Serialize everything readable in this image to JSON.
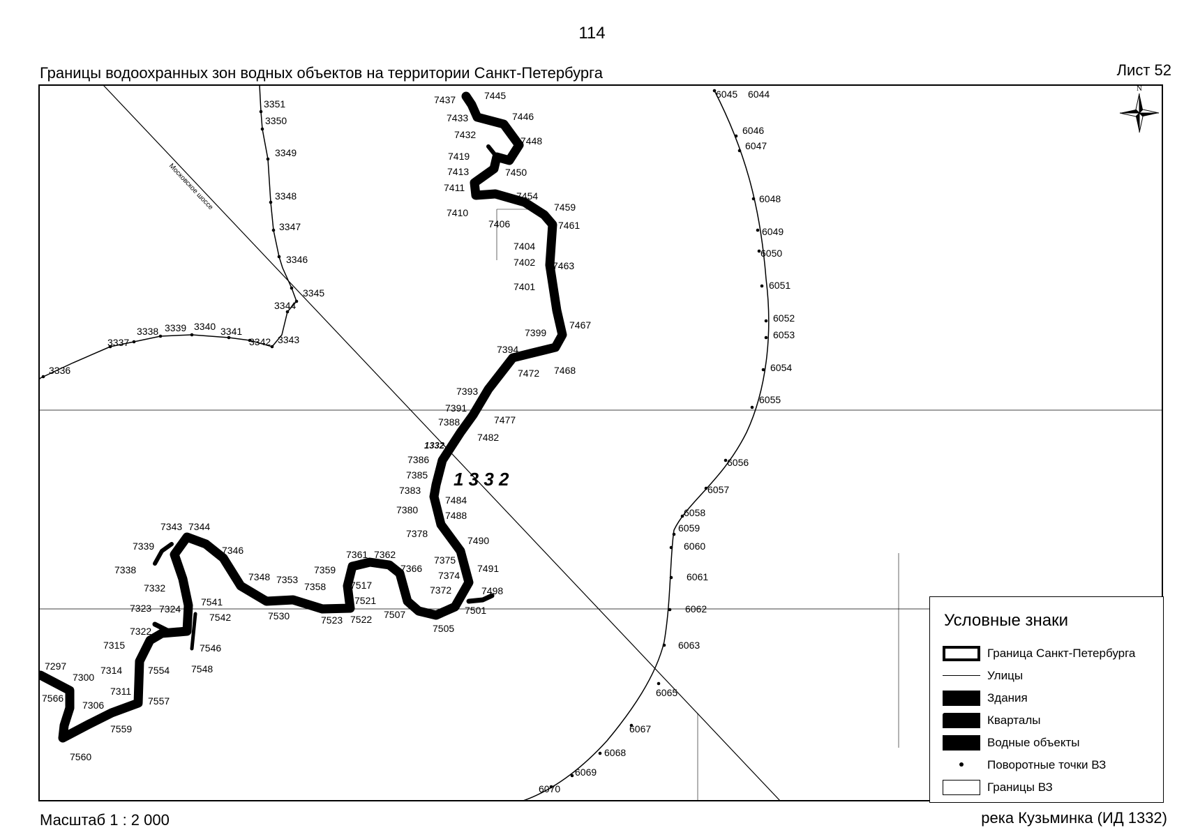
{
  "page": {
    "number": "114",
    "title": "Границы водоохранных зон водных объектов на территории Санкт-Петербурга",
    "sheet": "Лист 52",
    "scale": "Масштаб 1 : 2 000",
    "river_caption": "река Кузьминка (ИД 1332)"
  },
  "map": {
    "object_label_small": "1332",
    "object_label_large": "1 3 3 2",
    "street_name": "Московское шоссе",
    "north_label": "N",
    "colors": {
      "ink": "#000000",
      "paper": "#ffffff"
    }
  },
  "legend": {
    "title": "Условные знаки",
    "items": [
      {
        "symbol": "city-boundary",
        "label": "Граница Санкт-Петербурга"
      },
      {
        "symbol": "street-line",
        "label": "Улицы"
      },
      {
        "symbol": "building-fill",
        "label": "Здания"
      },
      {
        "symbol": "block-fill",
        "label": "Кварталы"
      },
      {
        "symbol": "water-fill",
        "label": "Водные объекты"
      },
      {
        "symbol": "turn-point-dot",
        "label": "Поворотные точки ВЗ"
      },
      {
        "symbol": "zone-boundary",
        "label": "Границы ВЗ"
      }
    ]
  },
  "point_labels": {
    "left_zone": [
      "3351",
      "3350",
      "3349",
      "3348",
      "3347",
      "3346",
      "3345",
      "3344",
      "3343",
      "3342",
      "3341",
      "3340",
      "3339",
      "3338",
      "3337",
      "3336"
    ],
    "right_zone": [
      "6045",
      "6044",
      "6046",
      "6047",
      "6048",
      "6049",
      "6050",
      "6051",
      "6052",
      "6053",
      "6054",
      "6055",
      "6056",
      "6057",
      "6058",
      "6059",
      "6060",
      "6061",
      "6062",
      "6063",
      "6065",
      "6067",
      "6068",
      "6069",
      "6070"
    ],
    "river": [
      "7437",
      "7445",
      "7446",
      "7433",
      "7432",
      "7448",
      "7419",
      "7413",
      "7450",
      "7411",
      "7454",
      "7459",
      "7410",
      "7406",
      "7461",
      "7404",
      "7402",
      "7463",
      "7401",
      "7467",
      "7399",
      "7394",
      "7472",
      "7468",
      "7393",
      "7391",
      "7477",
      "7388",
      "7482",
      "7386",
      "7385",
      "7383",
      "7484",
      "7380",
      "7488",
      "7378",
      "7490",
      "7375",
      "7374",
      "7491",
      "7372",
      "7498",
      "7501",
      "7505",
      "7507",
      "7366",
      "7362",
      "7361",
      "7359",
      "7358",
      "7517",
      "7521",
      "7522",
      "7523",
      "7530",
      "7353",
      "7348",
      "7346",
      "7344",
      "7343",
      "7339",
      "7338",
      "7332",
      "7541",
      "7542",
      "7323",
      "7324",
      "7322",
      "7315",
      "7546",
      "7548",
      "7314",
      "7554",
      "7311",
      "7557",
      "7306",
      "7559",
      "7300",
      "7297",
      "7566",
      "7560"
    ]
  }
}
